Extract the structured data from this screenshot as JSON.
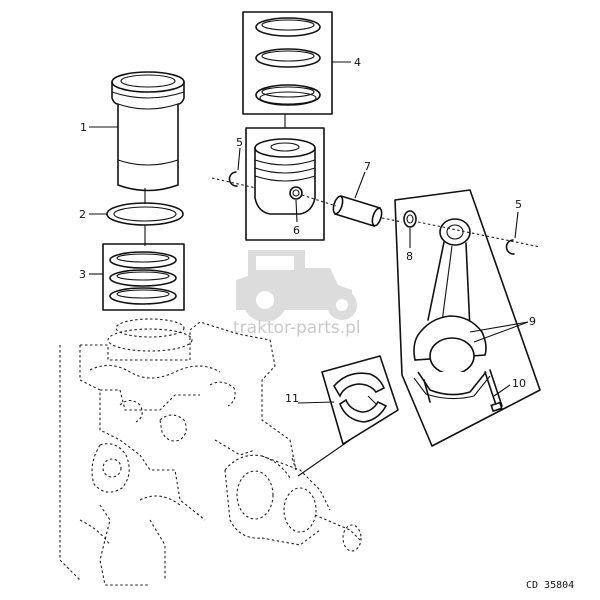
{
  "labels": {
    "l1": "1",
    "l2": "2",
    "l3": "3",
    "l4": "4",
    "l5a": "5",
    "l5b": "5",
    "l6": "6",
    "l7": "7",
    "l8": "8",
    "l9": "9",
    "l10": "10",
    "l11": "11"
  },
  "watermark": "traktor-parts.pl",
  "drawing_code": "CD  35804"
}
